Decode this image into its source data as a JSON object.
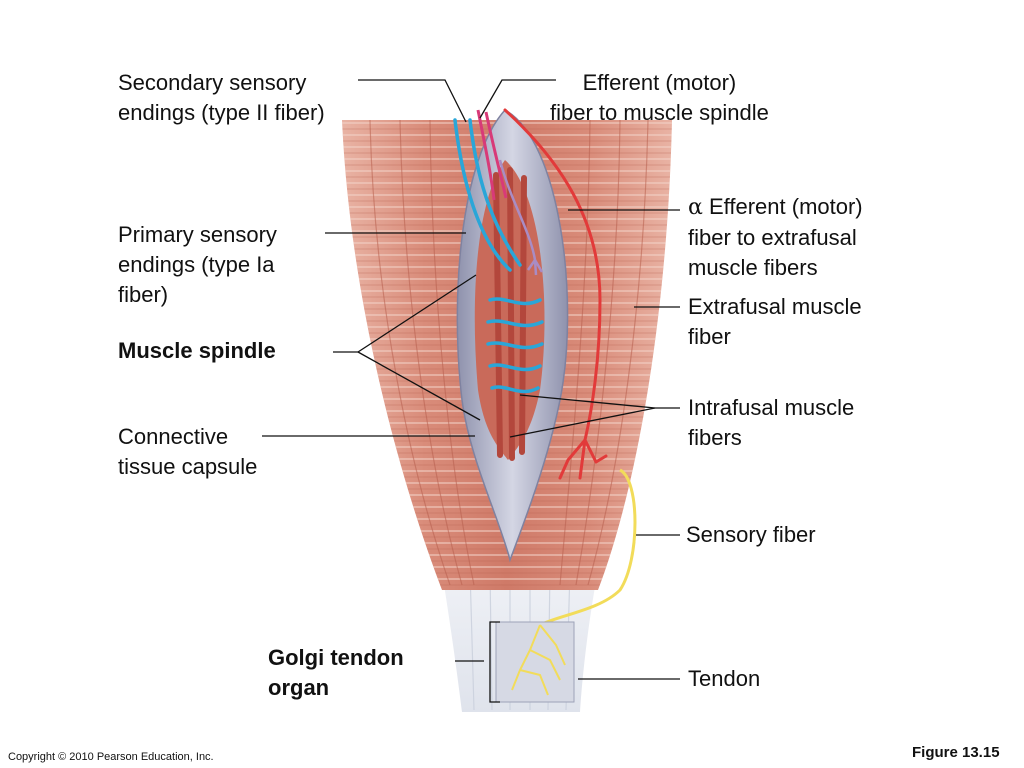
{
  "labels": {
    "secondary_sensory": [
      "Secondary sensory",
      "endings (type II fiber)"
    ],
    "gamma_efferent": [
      "Efferent (motor)",
      "fiber to muscle spindle"
    ],
    "alpha_efferent": [
      "Efferent (motor)",
      "fiber to extrafusal",
      "muscle fibers"
    ],
    "alpha_symbol": "α",
    "primary_sensory": [
      "Primary sensory",
      "endings (type Ia",
      "fiber)"
    ],
    "extrafusal": [
      "Extrafusal muscle",
      "fiber"
    ],
    "muscle_spindle": "Muscle spindle",
    "intrafusal": [
      "Intrafusal muscle",
      "fibers"
    ],
    "capsule": [
      "Connective",
      "tissue capsule"
    ],
    "sensory_fiber": "Sensory fiber",
    "golgi": [
      "Golgi tendon",
      "organ"
    ],
    "tendon": "Tendon"
  },
  "footer": {
    "copyright": "Copyright © 2010 Pearson Education, Inc.",
    "figure": "Figure 13.15"
  },
  "colors": {
    "muscle": "#d98c7a",
    "muscle_dark": "#b8604f",
    "tendon": "#e4e8f0",
    "capsule": "#a6a9c2",
    "sensory_blue": "#2aa6d8",
    "motor_red": "#e23a3a",
    "gamma_pink": "#d83a78",
    "golgi_yellow": "#f2dc5a"
  }
}
